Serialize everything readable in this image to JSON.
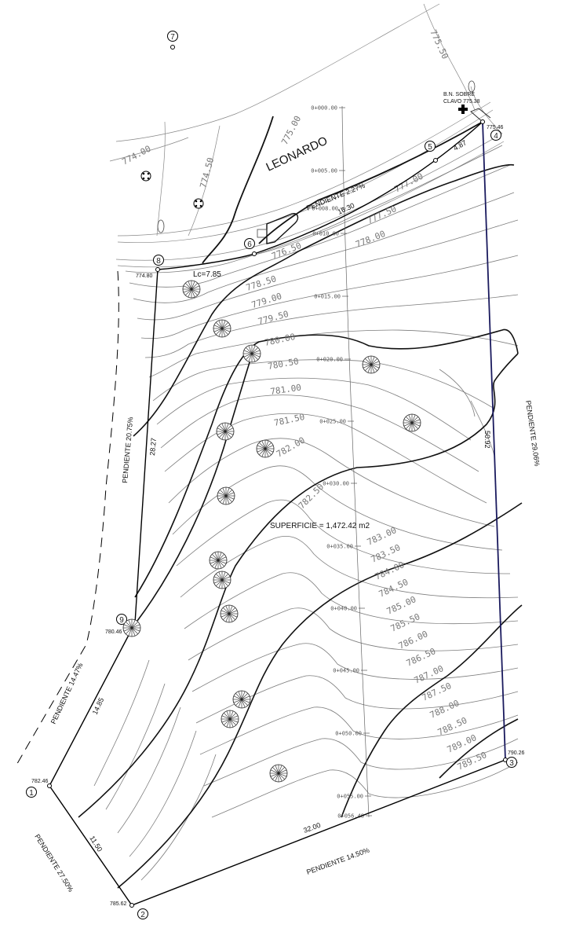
{
  "street": {
    "name": "LEONARDO"
  },
  "benchmark": {
    "line1": "B.N. SOBRE",
    "line2": "CLAVO 775.38"
  },
  "surface": "SUPERFICIE = 1,472.42 m2",
  "curve_label": "Lc=7.85",
  "slopes": {
    "road": "PENDIENTE 2.27%",
    "west": "PENDIENTE 20.75%",
    "east": "PENDIENTE 29.06%",
    "south": "PENDIENTE 14.50%",
    "southwest_dashed": "PENDIENTE 14.47%",
    "southwest_edge": "PENDIENTE 27.50%"
  },
  "vertices": [
    {
      "id": "1",
      "elev": "782.46"
    },
    {
      "id": "2",
      "elev": "785.62"
    },
    {
      "id": "3",
      "elev": "790.26"
    },
    {
      "id": "4",
      "elev": "775.46"
    },
    {
      "id": "5",
      "elev": ""
    },
    {
      "id": "6",
      "elev": ""
    },
    {
      "id": "7",
      "elev": ""
    },
    {
      "id": "8",
      "elev": "774.80"
    },
    {
      "id": "9",
      "elev": "780.46"
    }
  ],
  "distances": [
    "4.87",
    "16.30",
    "28.27",
    "50.92",
    "14.85",
    "11.50",
    "32.00"
  ],
  "contours": [
    "777.00",
    "777.50",
    "778.00",
    "778.50",
    "779.00",
    "779.50",
    "780.00",
    "780.50",
    "781.00",
    "781.50",
    "782.00",
    "782.50",
    "783.00",
    "783.50",
    "784.00",
    "784.50",
    "785.00",
    "785.50",
    "786.00",
    "786.50",
    "787.00",
    "787.50",
    "788.00",
    "788.50",
    "789.00",
    "789.50"
  ],
  "outer_contours": [
    "774.00",
    "774.50",
    "775.00",
    "775.50",
    "776.50"
  ],
  "chainage": [
    "0+000.00",
    "0+005.00",
    "0+008.00",
    "0+010.00",
    "0+015.00",
    "0+020.00",
    "0+025.00",
    "0+030.00",
    "0+035.00",
    "0+040.00",
    "0+045.00",
    "0+050.00",
    "0+055.00",
    "0+056.48"
  ],
  "colors": {
    "boundary": "#000000",
    "east_boundary": "#1a1a5e",
    "contour": "#7d7d7d",
    "major_contour": "#111111"
  }
}
